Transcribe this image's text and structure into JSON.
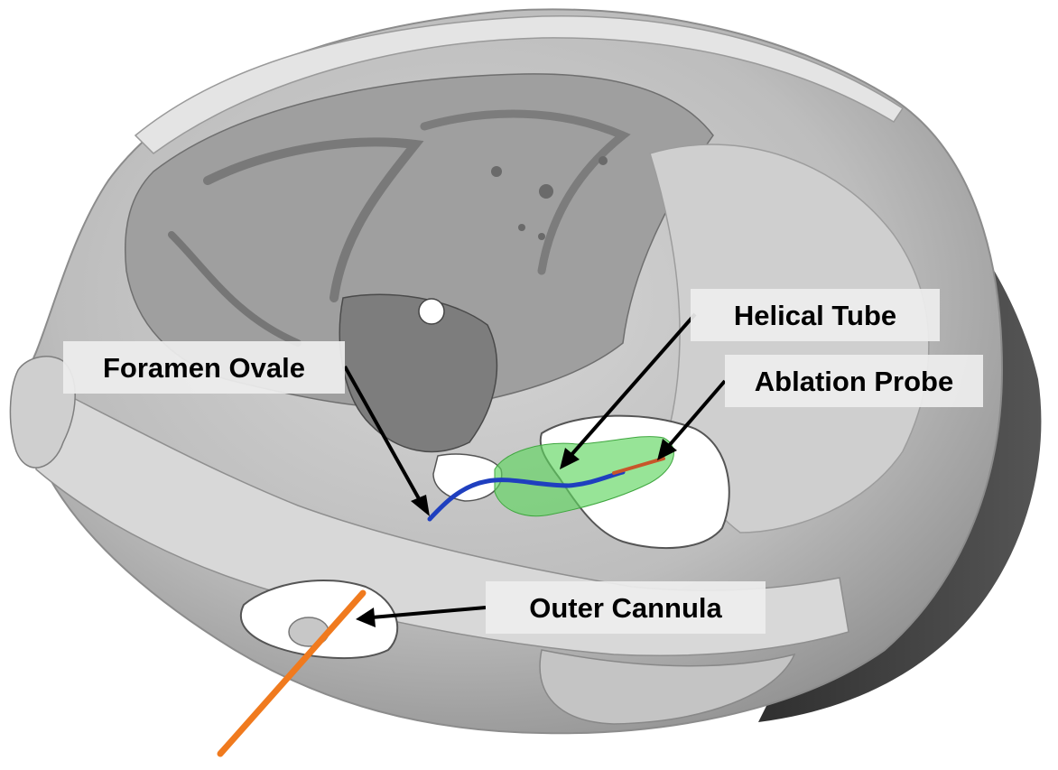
{
  "labels": {
    "foramen_ovale": "Foramen Ovale",
    "helical_tube": "Helical Tube",
    "ablation_probe": "Ablation Probe",
    "outer_cannula": "Outer Cannula"
  },
  "colors": {
    "bone_light": "#d9d9d9",
    "bone_mid": "#b3b3b3",
    "bone_dark": "#5f5f5f",
    "bone_shadow": "#3a3a3a",
    "helical_tube": "#1f3fbf",
    "ablation_zone": "#5fd65f",
    "probe": "#c8552a",
    "outer_cannula": "#f07a1e",
    "label_bg": "#eeeeee",
    "arrow": "#000000"
  }
}
